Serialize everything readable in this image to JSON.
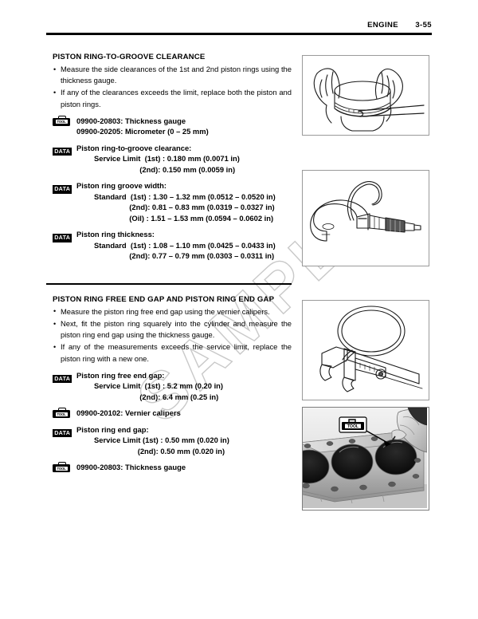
{
  "header": {
    "manual_section": "ENGINE",
    "page_number": "3-55"
  },
  "watermark": {
    "text": "SAMPLE"
  },
  "sections": [
    {
      "id": "piston-ring-to-groove-clearance",
      "title": "PISTON RING-TO-GROOVE CLEARANCE",
      "bullets": [
        "Measure the side clearances of the 1st and 2nd piston rings using the thickness gauge.",
        "If any of the clearances exceeds the limit, replace both the piston and piston rings."
      ],
      "specs": [
        {
          "badge": "TOOL",
          "badge_label": "TOOL",
          "lines": [
            "09900-20803: Thickness gauge",
            "09900-20205: Micrometer (0 – 25 mm)"
          ]
        },
        {
          "badge": "DATA",
          "badge_label": "DATA",
          "heading": "Piston ring-to-groove clearance:",
          "rows": [
            "Service Limit  (1st) : 0.180 mm (0.0071 in)",
            "                      (2nd): 0.150 mm (0.0059 in)"
          ]
        },
        {
          "badge": "DATA",
          "badge_label": "DATA",
          "heading": "Piston ring groove width:",
          "rows": [
            "Standard  (1st) : 1.30 – 1.32 mm (0.0512 – 0.0520 in)",
            "                 (2nd): 0.81 – 0.83 mm (0.0319 – 0.0327 in)",
            "                 (Oil) : 1.51 – 1.53 mm (0.0594 – 0.0602 in)"
          ]
        },
        {
          "badge": "DATA",
          "badge_label": "DATA",
          "heading": "Piston ring thickness:",
          "rows": [
            "Standard  (1st) : 1.08 – 1.10 mm (0.0425 – 0.0433 in)",
            "                 (2nd): 0.77 – 0.79 mm (0.0303 – 0.0311 in)"
          ]
        }
      ]
    },
    {
      "id": "piston-ring-free-end-gap",
      "title": "PISTON RING FREE END GAP AND PISTON RING END GAP",
      "bullets": [
        "Measure the piston ring free end gap using the vernier calipers.",
        "Next, fit the piston ring squarely into the cylinder and measure the piston ring end gap using the thickness gauge.",
        "If any of the measurements exceeds the service limit, replace the piston ring with a new one."
      ],
      "specs": [
        {
          "badge": "DATA",
          "badge_label": "DATA",
          "heading": "Piston ring free end gap:",
          "rows": [
            "Service Limit  (1st) : 5.2 mm (0.20 in)",
            "                      (2nd): 6.4 mm (0.25 in)"
          ]
        },
        {
          "badge": "TOOL",
          "badge_label": "TOOL",
          "lines": [
            "09900-20102: Vernier calipers"
          ]
        },
        {
          "badge": "DATA",
          "badge_label": "DATA",
          "heading": "Piston ring end gap:",
          "rows": [
            "Service Limit (1st) : 0.50 mm (0.020 in)",
            "                     (2nd): 0.50 mm (0.020 in)"
          ]
        },
        {
          "badge": "TOOL",
          "badge_label": "TOOL",
          "lines": [
            "09900-20803: Thickness gauge"
          ]
        }
      ]
    }
  ],
  "figures": [
    {
      "id": "figure-piston-thickness-gauge",
      "caption_semantic": "hands holding piston with thickness gauge inserted into ring groove"
    },
    {
      "id": "figure-micrometer-ring",
      "caption_semantic": "micrometer measuring piston ring thickness"
    },
    {
      "id": "figure-vernier-caliper-ring",
      "caption_semantic": "vernier calipers measuring piston ring free end gap"
    },
    {
      "id": "figure-cylinder-block-photo",
      "callout_badge": "TOOL",
      "caption_semantic": "photo of cylinder block with thickness gauge measuring ring end gap"
    }
  ]
}
